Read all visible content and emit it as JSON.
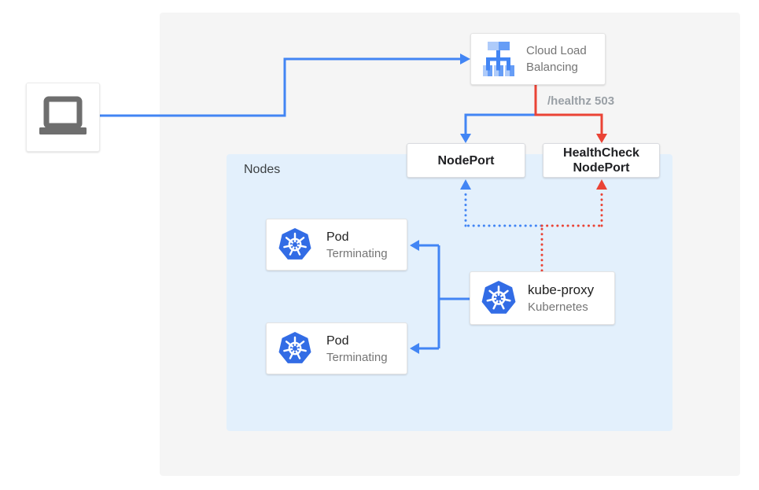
{
  "diagram": {
    "client": {
      "icon": "laptop-icon"
    },
    "load_balancer": {
      "label_line1": "Cloud Load",
      "label_line2": "Balancing",
      "icon": "load-balancer-icon"
    },
    "health_check_label": "/healthz 503",
    "nodeport": {
      "label": "NodePort"
    },
    "healthcheck_nodeport": {
      "label_line1": "HealthCheck",
      "label_line2": "NodePort"
    },
    "nodes_panel": {
      "label": "Nodes"
    },
    "pods": [
      {
        "title": "Pod",
        "subtitle": "Terminating",
        "icon": "kubernetes-icon"
      },
      {
        "title": "Pod",
        "subtitle": "Terminating",
        "icon": "kubernetes-icon"
      }
    ],
    "kube_proxy": {
      "title": "kube-proxy",
      "subtitle": "Kubernetes",
      "icon": "kubernetes-icon"
    },
    "edges": [
      {
        "from": "client",
        "to": "cloud-load-balancing",
        "style": "solid",
        "color": "blue"
      },
      {
        "from": "cloud-load-balancing",
        "to": "nodeport",
        "style": "solid",
        "color": "blue"
      },
      {
        "from": "cloud-load-balancing",
        "to": "healthcheck-nodeport",
        "style": "solid",
        "color": "red",
        "label": "/healthz 503"
      },
      {
        "from": "kube-proxy",
        "to": "nodeport",
        "style": "dotted",
        "color": "blue"
      },
      {
        "from": "kube-proxy",
        "to": "healthcheck-nodeport",
        "style": "dotted",
        "color": "red"
      },
      {
        "from": "kube-proxy",
        "to": "pod-1",
        "style": "solid",
        "color": "blue"
      },
      {
        "from": "kube-proxy",
        "to": "pod-2",
        "style": "solid",
        "color": "blue"
      }
    ],
    "colors": {
      "blue": "#4285f4",
      "red": "#ea4335",
      "panel_bg": "#f5f5f5",
      "nodes_bg": "#e3f0fc",
      "text_dark": "#212121",
      "text_gray": "#757575",
      "health_label_gray": "#9aa0a6",
      "k8s_blue": "#326ce5"
    }
  }
}
